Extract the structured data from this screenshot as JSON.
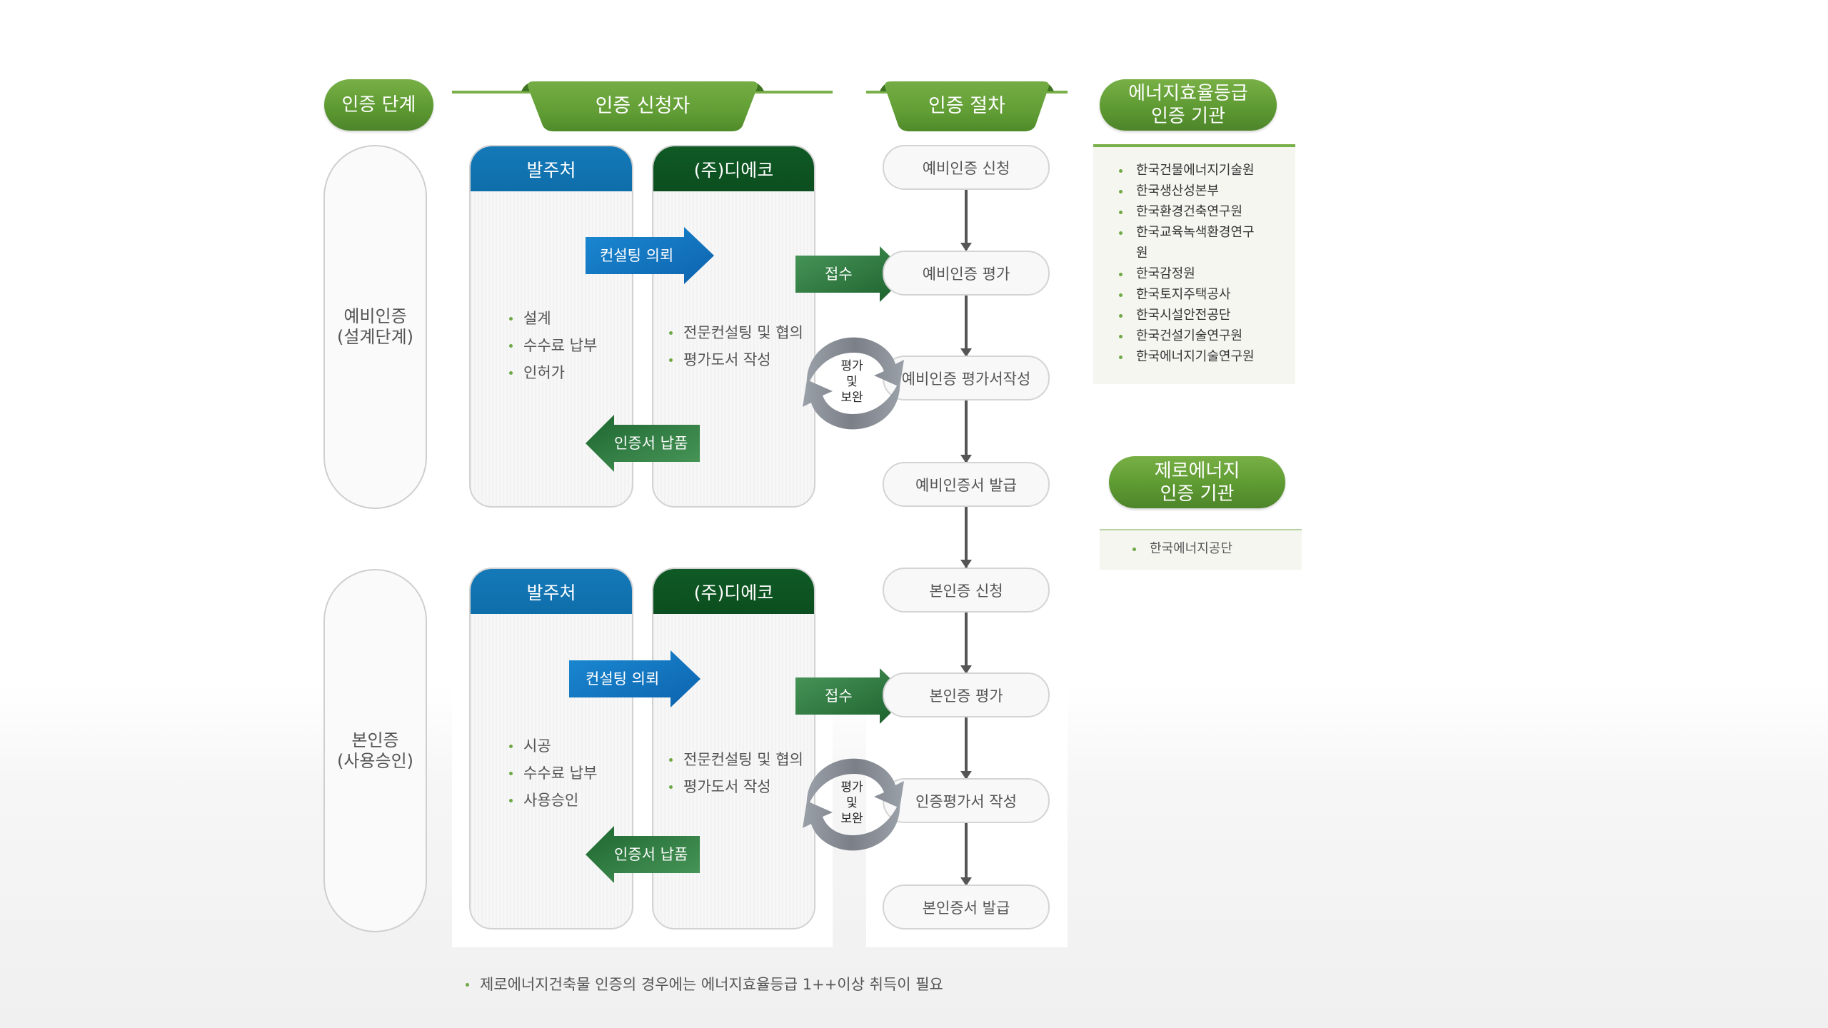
{
  "headers": {
    "stage": "인증 단계",
    "applicant": "인증 신청자",
    "procedure": "인증 절차",
    "energy_efficiency_org": [
      "에너지효율등급",
      "인증 기관"
    ],
    "zero_energy_org": [
      "제로에너지",
      "인증 기관"
    ]
  },
  "stages": [
    {
      "label": [
        "예비인증",
        "(설계단계)"
      ],
      "client": {
        "title": "발주처",
        "items": [
          "설계",
          "수수료 납부",
          "인허가"
        ]
      },
      "consultant": {
        "title": "(주)디에코",
        "items": [
          "전문컨설팅 및 협의",
          "평가도서 작성"
        ]
      },
      "arrows": {
        "request": "컨설팅 의뢰",
        "delivery": "인증서 납품",
        "receipt": "접수"
      },
      "cycle": [
        "평가",
        "및",
        "보완"
      ],
      "steps": [
        "예비인증 신청",
        "예비인증 평가",
        "예비인증 평가서작성",
        "예비인증서 발급"
      ]
    },
    {
      "label": [
        "본인증",
        "(사용승인)"
      ],
      "client": {
        "title": "발주처",
        "items": [
          "시공",
          "수수료 납부",
          "사용승인"
        ]
      },
      "consultant": {
        "title": "(주)디에코",
        "items": [
          "전문컨설팅 및 협의",
          "평가도서 작성"
        ]
      },
      "arrows": {
        "request": "컨설팅 의뢰",
        "delivery": "인증서 납품",
        "receipt": "접수"
      },
      "cycle": [
        "평가",
        "및",
        "보완"
      ],
      "steps": [
        "본인증 신청",
        "본인증 평가",
        "인증평가서 작성",
        "본인증서 발급"
      ]
    }
  ],
  "energy_efficiency_orgs": [
    "한국건물에너지기술원",
    "한국생산성본부",
    "한국환경건축연구원",
    "한국교육녹색환경연구원",
    "한국감정원",
    "한국토지주택공사",
    "한국시설안전공단",
    "한국건설기술연구원",
    "한국에너지기술연구원"
  ],
  "zero_energy_orgs": [
    "한국에너지공단"
  ],
  "footnote": "제로에너지건축물 인증의 경우에는 에너지효율등급 1++이상 취득이 필요",
  "colors": {
    "green_accent": "#6aa53b",
    "client_blue": "#1272b2",
    "consultant_green": "#0e5422",
    "arrow_gray": "#7b7f88"
  }
}
